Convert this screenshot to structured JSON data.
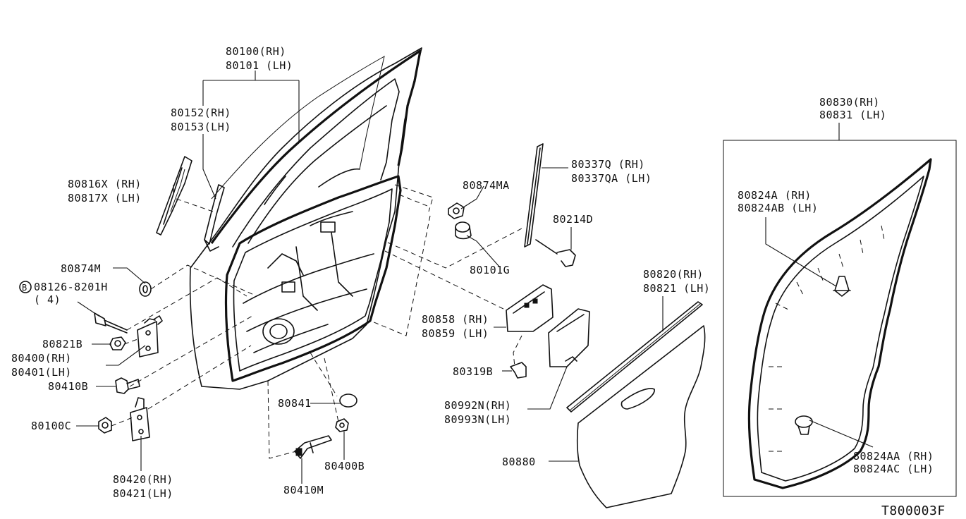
{
  "diagram_code": "T800003F",
  "labels": {
    "l80100": "80100(RH)",
    "l80101": "80101 (LH)",
    "l80152": "80152(RH)",
    "l80153": "80153(LH)",
    "l80816": "80816X (RH)",
    "l80817": "80817X (LH)",
    "l80874m": "80874M",
    "l08126": "08126-8201H",
    "l08126_qty": "( 4)",
    "l08126_badge": "B",
    "l80821b": "80821B",
    "l80400": "80400(RH)",
    "l80401": "80401(LH)",
    "l80410b": "80410B",
    "l80100c": "80100C",
    "l80420": "80420(RH)",
    "l80421": "80421(LH)",
    "l80841": "80841",
    "l80410m": "80410M",
    "l80400b": "80400B",
    "l80874ma": "80874MA",
    "l80101g": "80101G",
    "l80337q": "80337Q  (RH)",
    "l80337qa": "80337QA (LH)",
    "l80214d": "80214D",
    "l80858": "80858 (RH)",
    "l80859": "80859 (LH)",
    "l80319b": "80319B",
    "l80992n": "80992N(RH)",
    "l80993n": "80993N(LH)",
    "l80820": "80820(RH)",
    "l80821": "80821 (LH)",
    "l80880": "80880",
    "l80830": "80830(RH)",
    "l80831": "80831 (LH)",
    "l80824a": "80824A  (RH)",
    "l80824ab": "80824AB (LH)",
    "l80824aa": "80824AA (RH)",
    "l80824ac": "80824AC (LH)"
  }
}
